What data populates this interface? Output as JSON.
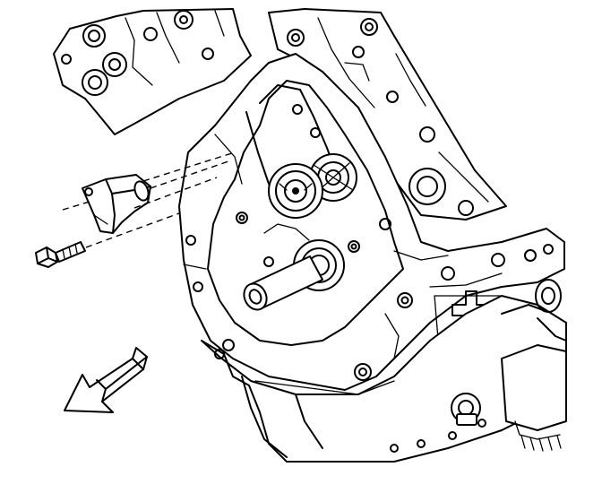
{
  "diagram": {
    "view": "engine-front-crankshaft-position-sensor",
    "components": [
      "cylinder-head-left",
      "cylinder-head-right",
      "timing-chain-cover",
      "crankshaft-sprocket",
      "camshaft-sprocket",
      "crankshaft-nose",
      "crankshaft-position-sensor",
      "sensor-bolt",
      "oil-pan",
      "oil-filter",
      "direction-arrow"
    ],
    "direction_arrow": "front",
    "line_color": "#000000",
    "background_color": "#ffffff"
  }
}
